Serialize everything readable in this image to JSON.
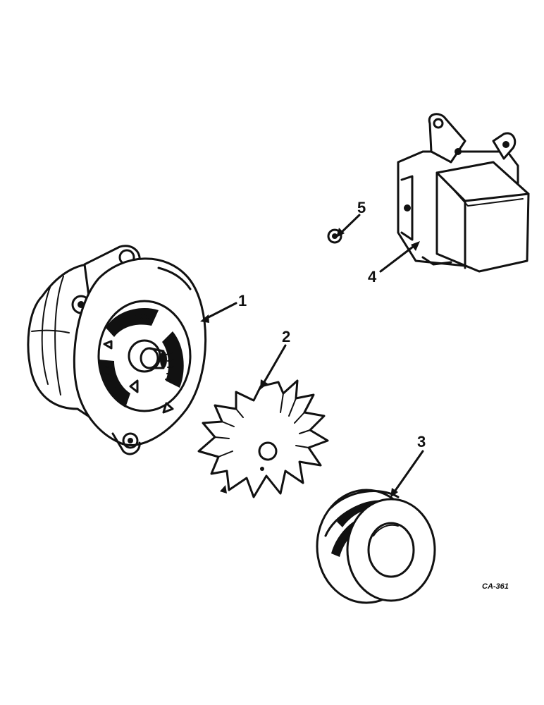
{
  "callouts": [
    {
      "id": "1",
      "label": "1"
    },
    {
      "id": "2",
      "label": "2"
    },
    {
      "id": "3",
      "label": "3"
    },
    {
      "id": "4",
      "label": "4"
    },
    {
      "id": "5",
      "label": "5"
    }
  ],
  "figure_code": "CA-361",
  "parts": {
    "part_1": "alternator",
    "part_2": "fan",
    "part_3": "pulley",
    "part_4": "voltage-regulator",
    "part_5": "nut"
  }
}
